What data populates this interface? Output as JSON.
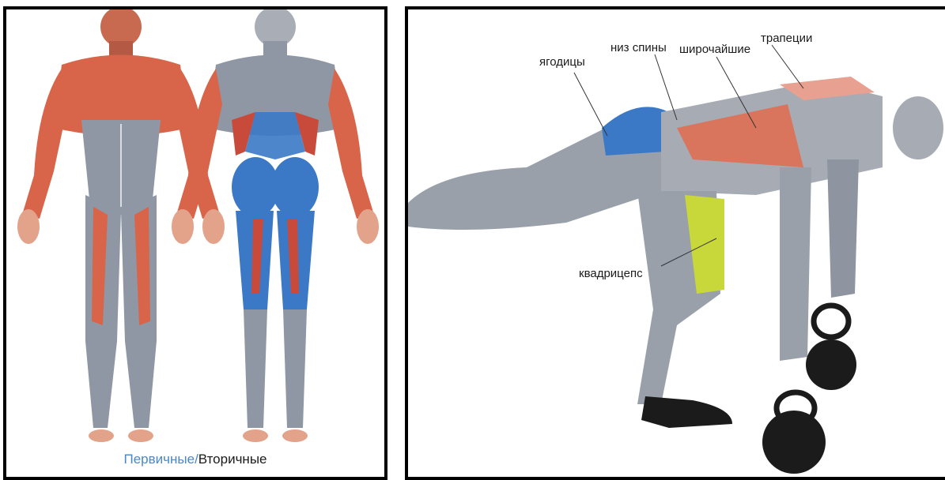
{
  "left_panel": {
    "caption_primary": "Первичные",
    "caption_separator": "/",
    "caption_secondary": "Вторичные"
  },
  "right_panel": {
    "labels": {
      "glutes": "ягодицы",
      "lower_back": "низ спины",
      "lats": "широчайшие",
      "traps": "трапеции",
      "quads": "квадрицепс"
    }
  },
  "colors": {
    "primary_muscle": "#3b79c6",
    "secondary_muscle": "#e26a4e",
    "quads_highlight": "#c8d83a",
    "body_gray": "#8f97a4",
    "panel_border": "#000000"
  }
}
